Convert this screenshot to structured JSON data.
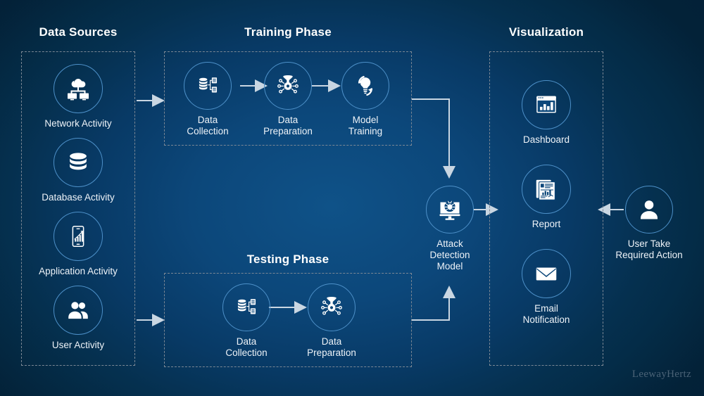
{
  "watermark": "LeewayHertz",
  "colors": {
    "bg_outer": "#03233a",
    "bg_inner": "#0f5288",
    "panel_border": "#7b8794",
    "circle_border": "#4d90c8",
    "icon_fill": "#ffffff",
    "text": "#ffffff",
    "connector": "#c9d6e2",
    "watermark": "#4a6276"
  },
  "sections": {
    "data_sources": {
      "title": "Data Sources",
      "nodes": [
        {
          "label": "Network Activity",
          "icon": "network-activity-icon"
        },
        {
          "label": "Database Activity",
          "icon": "database-icon"
        },
        {
          "label": "Application Activity",
          "icon": "mobile-app-chart-icon"
        },
        {
          "label": "User Activity",
          "icon": "users-icon"
        }
      ]
    },
    "training_phase": {
      "title": "Training Phase",
      "nodes": [
        {
          "label": "Data\nCollection",
          "icon": "data-collection-icon"
        },
        {
          "label": "Data\nPreparation",
          "icon": "data-preparation-icon"
        },
        {
          "label": "Model\nTraining",
          "icon": "model-training-icon"
        }
      ]
    },
    "testing_phase": {
      "title": "Testing Phase",
      "nodes": [
        {
          "label": "Data\nCollection",
          "icon": "data-collection-icon"
        },
        {
          "label": "Data\nPreparation",
          "icon": "data-preparation-icon"
        }
      ]
    },
    "attack_detection": {
      "label": "Attack\nDetection\nModel",
      "icon": "monitor-bug-icon"
    },
    "visualization": {
      "title": "Visualization",
      "nodes": [
        {
          "label": "Dashboard",
          "icon": "dashboard-icon"
        },
        {
          "label": "Report",
          "icon": "report-icon"
        },
        {
          "label": "Email\nNotification",
          "icon": "email-icon"
        }
      ]
    },
    "user_action": {
      "label": "User Take\nRequired Action",
      "icon": "user-icon"
    }
  }
}
